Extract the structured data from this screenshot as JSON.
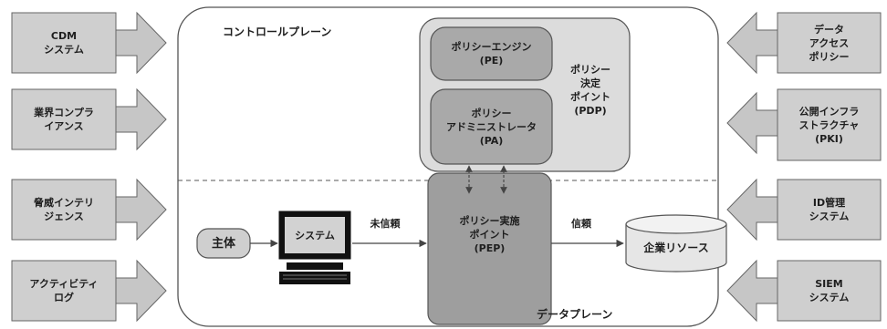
{
  "planes": {
    "control": "コントロールプレーン",
    "data": "データプレーン"
  },
  "left_inputs": [
    "CDM\nシステム",
    "業界コンプラ\nイアンス",
    "脅威インテリ\nジェンス",
    "アクティビティ\nログ"
  ],
  "right_inputs": [
    "データ\nアクセス\nポリシー",
    "公開インフラ\nストラクチャ\n(PKI)",
    "ID管理\nシステム",
    "SIEM\nシステム"
  ],
  "pdp": {
    "label": "ポリシー\n決定\nポイント\n(PDP)",
    "pe": "ポリシーエンジン\n(PE)",
    "pa": "ポリシー\nアドミニストレータ\n(PA)"
  },
  "pep": "ポリシー実施\nポイント\n(PEP)",
  "subject": "主体",
  "system": "システム",
  "untrusted": "未信頼",
  "trusted": "信頼",
  "resource": "企業リソース",
  "colors": {
    "box_fill": "#cfcfcf",
    "box_stroke": "#555555",
    "pdp_fill": "#dcdcdc",
    "pep_fill": "#9e9e9e",
    "arrow_fill": "#c6c6c6",
    "line": "#444444"
  }
}
